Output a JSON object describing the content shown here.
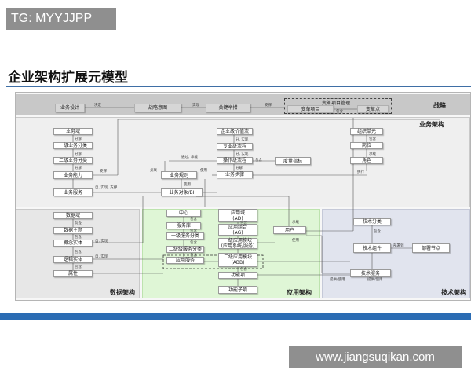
{
  "watermark": "TG: MYYJJPP",
  "page_title": "企业架构扩展元模型",
  "footer_watermark": "www.jiangsuqikan.com",
  "regions": {
    "strategy": "战略",
    "business": "业务架构",
    "data": "数据架构",
    "application": "应用架构",
    "technology": "技术架构"
  },
  "strategy_nodes": {
    "business_design": "业务设计",
    "strategic_intent": "战略意图",
    "key_initiatives": "关键举措",
    "reform_projects": "变革项目",
    "reform_mgmt": "变革项目管理",
    "reform_points": "变革点"
  },
  "business_nodes": {
    "domain": "业务域",
    "l1_category": "一级业务分类",
    "l2_category": "二级业务分类",
    "capability": "业务能力",
    "service": "业务服务",
    "value_stream": "企业级价值流",
    "process": "专业级流程",
    "activity_flow": "操作级流程",
    "steps": "业务步骤",
    "metrics": "度量指标",
    "rules": "业务规则",
    "objects": "业务对象/BI",
    "org_unit": "组织单元",
    "position": "岗位",
    "role": "角色"
  },
  "data_nodes": {
    "data_domain": "数据域",
    "data_subject": "数据主题",
    "conceptual": "概念实体",
    "logical": "逻辑实体",
    "attribute": "属性"
  },
  "app_nodes": {
    "center": "中心",
    "service_lib": "服务库",
    "l1_service": "一级服务分类",
    "l2_service": "二级级服务分类",
    "app_service": "应用服务",
    "app_domain": "应用域\n(AD)",
    "app_group": "应用组合\n(AG)",
    "l1_module": "一级应用模块\n(应用系统/服务)",
    "l2_module": "二级应用模块\n(ABB)",
    "func": "功能项",
    "sub_func": "功能子项",
    "user": "用户"
  },
  "tech_nodes": {
    "tech_category": "技术分类",
    "tech_component": "技术组件",
    "tech_service": "技术服务",
    "deploy_node": "部署节点"
  },
  "edge_labels": {
    "e01": "决定",
    "e02": "实现",
    "e03": "支撑",
    "e04": "包含",
    "e05": "分解",
    "e06": "分解",
    "e07": "分解",
    "e08": "支撑",
    "e09": "通过, 承载",
    "e10": "分, 实现",
    "e11": "分, 实现",
    "e12": "分解",
    "e13": "包含",
    "e14": "承载",
    "e15": "执行",
    "e16": "关联",
    "e17": "使用",
    "e18": "使用",
    "e19": "包含",
    "e20": "自, 实现, 支撑",
    "e21": "包含",
    "e22": "包含",
    "e23": "自, 实现",
    "e24": "包含",
    "e25": "自, 实现",
    "e26": "包含",
    "e27": "包含",
    "e28": "包含",
    "e29": "包含",
    "e30": "包含",
    "e31": "包含",
    "e32": "包含",
    "e33": "承载",
    "e34": "使用",
    "e35": "包含",
    "e36": "部署到",
    "e37": "提供/使用",
    "e38": "提供/使用"
  },
  "colors": {
    "strategy_bg": "#c8c8c8",
    "business_bg": "#efefef",
    "data_bg": "#e7e7e7",
    "app_bg": "#dff6d6",
    "tech_bg": "#e1e4ee",
    "rule": "#3f6fa6",
    "bottom_bar": "#2b6cb3",
    "watermark_bg": "#8f8f8f"
  }
}
